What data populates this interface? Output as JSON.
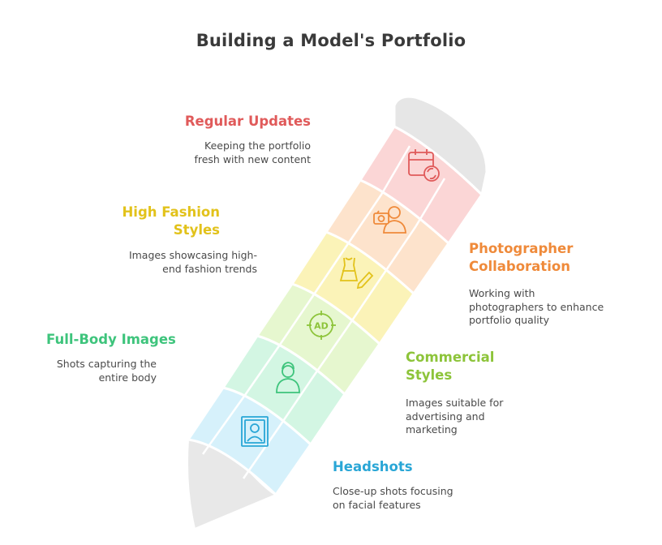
{
  "title": "Building a Model's Portfolio",
  "steps": {
    "regular_updates": {
      "label": "Regular Updates",
      "desc": [
        "Keeping the portfolio",
        "fresh with new content"
      ],
      "color": "#e05a5a",
      "icon": "calendar-refresh-icon"
    },
    "high_fashion": {
      "label": [
        "High Fashion",
        "Styles"
      ],
      "desc": [
        "Images showcasing high-",
        "end fashion trends"
      ],
      "color": "#e2c21b",
      "icon": "dress-pencil-icon"
    },
    "photographer": {
      "label": [
        "Photographer",
        "Collaboration"
      ],
      "desc": [
        "Working with",
        "photographers to enhance",
        "portfolio quality"
      ],
      "color": "#ef8a3a",
      "icon": "camera-person-icon"
    },
    "full_body": {
      "label": "Full-Body Images",
      "desc": [
        "Shots capturing the",
        "entire body"
      ],
      "color": "#3ec47c",
      "icon": "person-icon"
    },
    "commercial": {
      "label": [
        "Commercial",
        "Styles"
      ],
      "desc": [
        "Images suitable for",
        "advertising and",
        "marketing"
      ],
      "color": "#8dc43a",
      "icon": "ad-target-icon"
    },
    "headshots": {
      "label": "Headshots",
      "desc": [
        "Close-up shots focusing",
        "on facial features"
      ],
      "color": "#29a6d6",
      "icon": "portrait-frame-icon"
    }
  }
}
